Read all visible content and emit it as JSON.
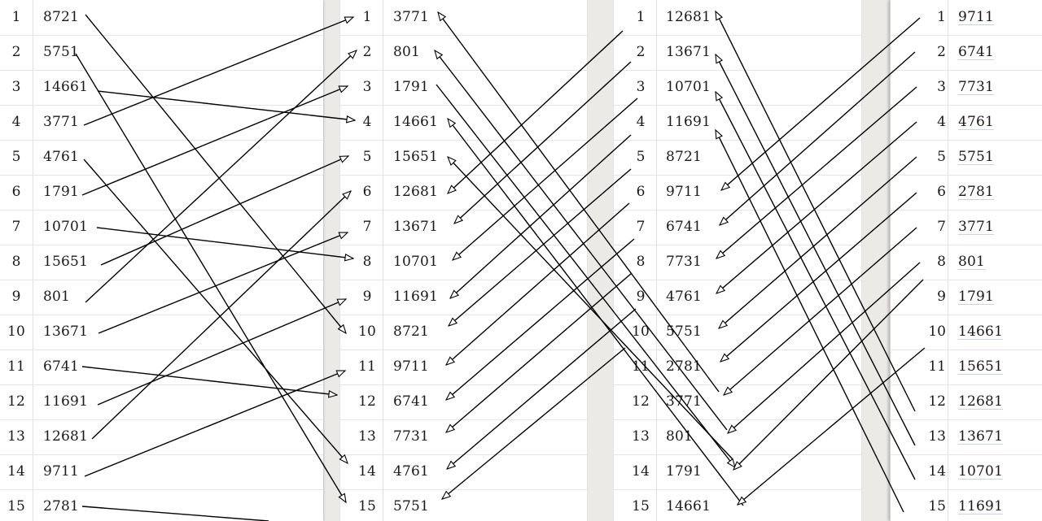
{
  "tables": [
    {
      "id": "panel-1",
      "indices": [
        "1",
        "2",
        "3",
        "4",
        "5",
        "6",
        "7",
        "8",
        "9",
        "10",
        "11",
        "12",
        "13",
        "14",
        "15"
      ],
      "values": [
        "8721",
        "5751",
        "14661",
        "3771",
        "4761",
        "1791",
        "10701",
        "15651",
        "801",
        "13671",
        "6741",
        "11691",
        "12681",
        "9711",
        "2781"
      ]
    },
    {
      "id": "panel-2",
      "indices": [
        "1",
        "2",
        "3",
        "4",
        "5",
        "6",
        "7",
        "8",
        "9",
        "10",
        "11",
        "12",
        "13",
        "14",
        "15"
      ],
      "values": [
        "3771",
        "801",
        "1791",
        "14661",
        "15651",
        "12681",
        "13671",
        "10701",
        "11691",
        "8721",
        "9711",
        "6741",
        "7731",
        "4761",
        "5751"
      ]
    },
    {
      "id": "panel-3",
      "indices": [
        "1",
        "2",
        "3",
        "4",
        "5",
        "6",
        "7",
        "8",
        "9",
        "10",
        "11",
        "12",
        "13",
        "14",
        "15"
      ],
      "values": [
        "12681",
        "13671",
        "10701",
        "11691",
        "8721",
        "9711",
        "6741",
        "7731",
        "4761",
        "5751",
        "2781",
        "3771",
        "801",
        "1791",
        "14661"
      ]
    },
    {
      "id": "panel-4",
      "indices": [
        "1",
        "2",
        "3",
        "4",
        "5",
        "6",
        "7",
        "8",
        "9",
        "10",
        "11",
        "12",
        "13",
        "14",
        "15"
      ],
      "values": [
        "9711",
        "6741",
        "7731",
        "4761",
        "5751",
        "2781",
        "3771",
        "801",
        "1791",
        "14661",
        "15651",
        "12681",
        "13671",
        "10701",
        "11691"
      ]
    }
  ],
  "colors": {
    "arrow": "#000000",
    "background": "#eceae7",
    "panel": "#ffffff",
    "grid": "#e6e6e6"
  }
}
